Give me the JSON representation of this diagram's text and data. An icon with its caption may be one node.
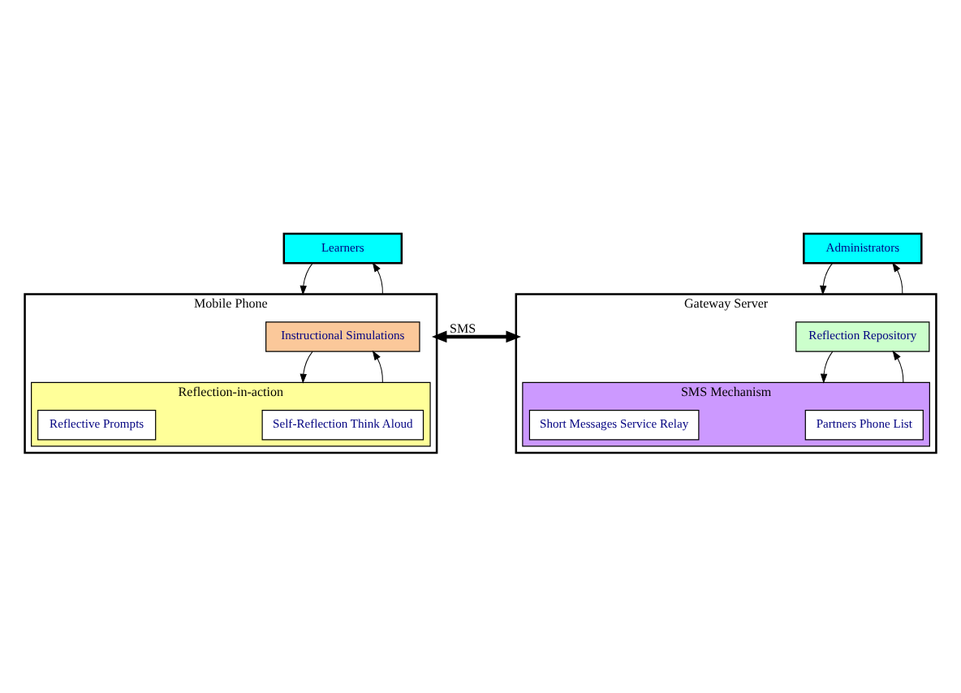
{
  "diagram": {
    "nodes": [
      {
        "text": [
          "Learners"
        ]
      },
      {
        "text": [
          "Mobile Phone"
        ]
      },
      {
        "text": [
          "Instructional Simulations"
        ],
        "in": 1
      },
      {
        "text": [
          "Reflection-in-action"
        ],
        "in": 1
      },
      {
        "text": [
          "Self-Reflection Think Aloud"
        ],
        "in": 3
      },
      {
        "text": [
          "Reflective Prompts"
        ],
        "in": 3
      },
      {
        "text": [
          "Administrators"
        ]
      },
      {
        "text": [
          "Gateway Server"
        ]
      },
      {
        "text": [
          "Reflection Repository"
        ],
        "in": 7
      },
      {
        "text": [
          "SMS Mechanism"
        ],
        "in": 7
      },
      {
        "text": [
          "Partners Phone List"
        ],
        "in": 9
      },
      {
        "text": [
          "Short Messages Service Relay"
        ],
        "in": 9
      }
    ],
    "edges": [
      {
        "from": 0,
        "to": 1,
        "arrow": "to"
      },
      {
        "from": 1,
        "to": 0,
        "arrow": "to"
      },
      {
        "from": 2,
        "to": 3,
        "arrow": "to"
      },
      {
        "from": 3,
        "to": 2,
        "arrow": "to"
      },
      {
        "from": 6,
        "to": 7,
        "arrow": "to"
      },
      {
        "from": 7,
        "to": 6,
        "arrow": "to"
      },
      {
        "from": 8,
        "to": 9,
        "arrow": "to"
      },
      {
        "from": 9,
        "to": 8,
        "arrow": "to"
      },
      {
        "from": 1,
        "to": 7,
        "arrow": "both",
        "label": "SMS",
        "style": "thick"
      }
    ]
  }
}
